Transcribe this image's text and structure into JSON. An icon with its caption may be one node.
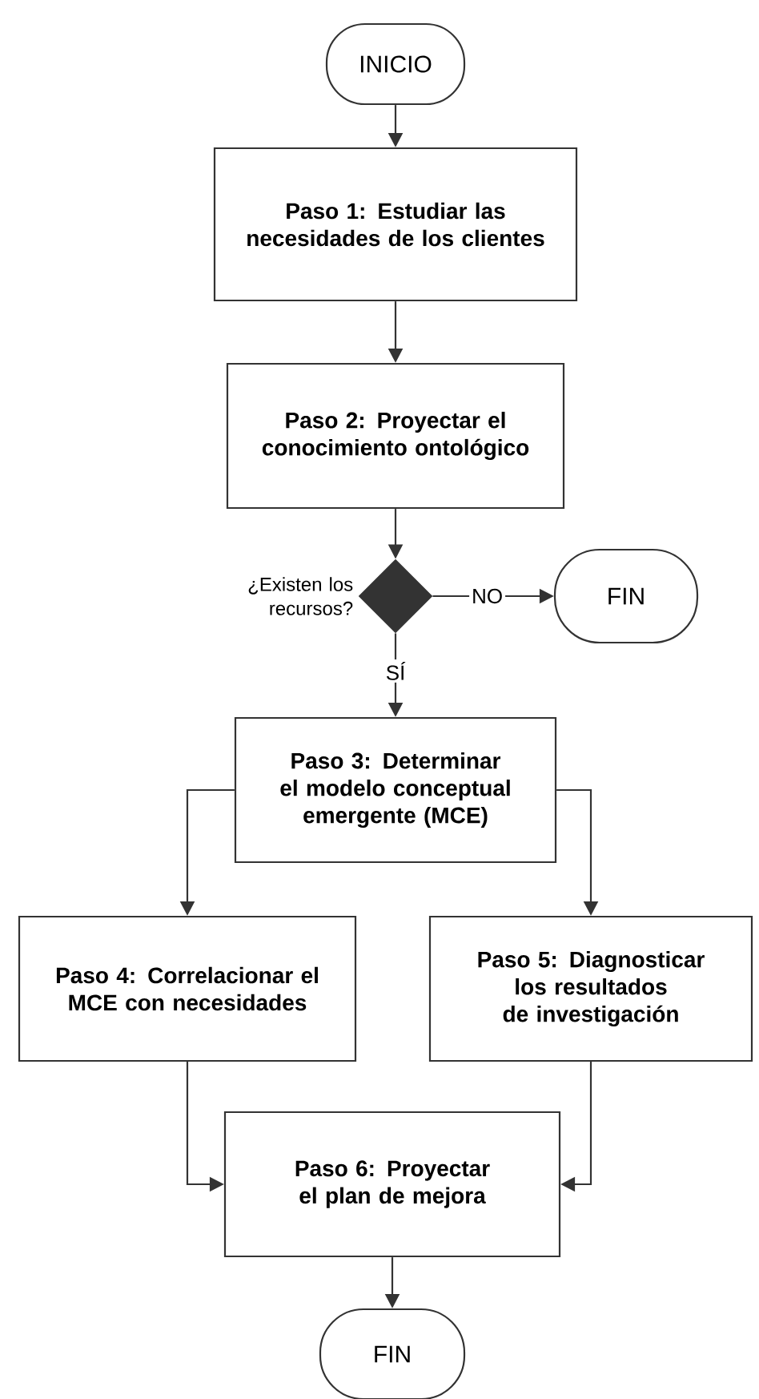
{
  "diagram": {
    "nodes": [
      {
        "text": [
          "INICIO"
        ]
      },
      {
        "text": [
          "Paso 1: Estudiar las necesidades de los clientes"
        ]
      },
      {
        "text": [
          "Paso 2: Proyectar el conocimiento ontológico"
        ]
      },
      {
        "text": [
          "¿Existen los recursos?"
        ]
      },
      {
        "text": [
          "FIN"
        ]
      },
      {
        "text": [
          "Paso 3: Determinar el modelo conceptual emergente (MCE)"
        ]
      },
      {
        "text": [
          "Paso 4: Correlacionar el MCE con necesidades"
        ]
      },
      {
        "text": [
          "Paso 5: Diagnosticar los resultados de investigación"
        ]
      },
      {
        "text": [
          "Paso 6: Proyectar el plan de mejora"
        ]
      },
      {
        "text": [
          "FIN"
        ]
      }
    ],
    "edges": [
      {
        "from": 0,
        "to": 1,
        "arrow": "to"
      },
      {
        "from": 1,
        "to": 2,
        "arrow": "to"
      },
      {
        "from": 2,
        "to": 3,
        "arrow": "to"
      },
      {
        "from": 3,
        "to": 4,
        "arrow": "to",
        "label": "NO"
      },
      {
        "from": 3,
        "to": 5,
        "arrow": "to",
        "label": "SÍ"
      },
      {
        "from": 5,
        "to": 6,
        "arrow": "to"
      },
      {
        "from": 5,
        "to": 7,
        "arrow": "to"
      },
      {
        "from": 6,
        "to": 8,
        "arrow": "to"
      },
      {
        "from": 7,
        "to": 8,
        "arrow": "to"
      },
      {
        "from": 8,
        "to": 9,
        "arrow": "to"
      }
    ]
  }
}
